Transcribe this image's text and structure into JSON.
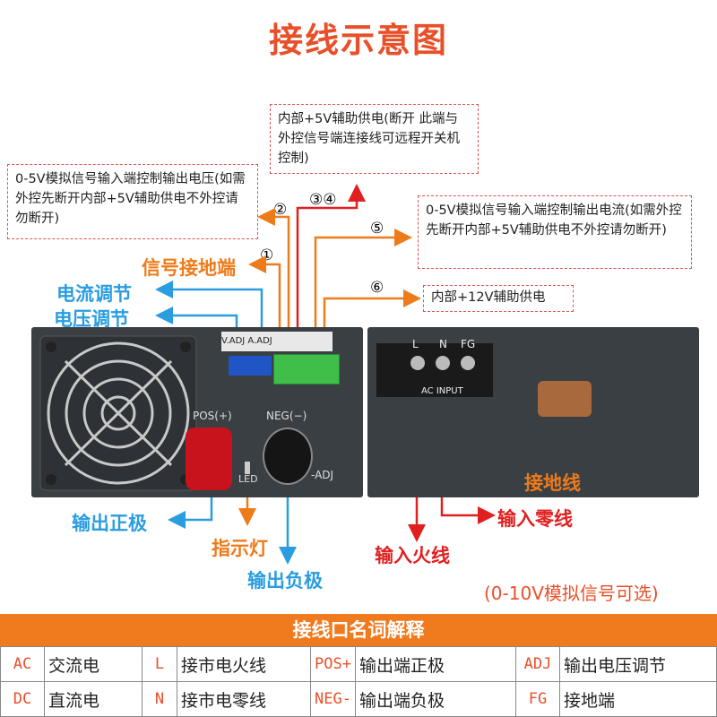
{
  "title": "接线示意图",
  "notes": {
    "aux5v": "内部+5V辅助供电(断开 此端与外控信号端连接线可远程开关机控制)",
    "voltage_ctrl": "0-5V模拟信号输入端控制输出电压(如需外控先断开内部+5V辅助供电不外控请勿断开)",
    "current_ctrl": "0-5V模拟信号输入端控制输出电流(如需外控先断开内部+5V辅助供电不外控请勿断开)",
    "aux12v": "内部+12V辅助供电"
  },
  "numbers": {
    "n1": "①",
    "n2": "②",
    "n34": "③④",
    "n5": "⑤",
    "n6": "⑥"
  },
  "labels": {
    "signal_ground": "信号接地端",
    "current_adjust": "电流调节",
    "voltage_adjust": "电压调节",
    "output_positive": "输出正极",
    "indicator": "指示灯",
    "output_negative": "输出负极",
    "ground_wire": "接地线",
    "neutral_wire": "输入零线",
    "live_wire": "输入火线"
  },
  "panel": {
    "pos": "POS(+)",
    "neg": "NEG(−)",
    "led": "LED",
    "adj": "-ADJ",
    "vadj": "V.ADJ",
    "aadj": "A.ADJ",
    "ac_l": "L",
    "ac_n": "N",
    "ac_fg": "FG",
    "ac_input": "AC INPUT"
  },
  "optional": "(0-10V模拟信号可选)",
  "table": {
    "header": "接线口名词解释",
    "rows": [
      [
        {
          "code": "AC",
          "desc": "交流电"
        },
        {
          "code": "L",
          "desc": "接市电火线"
        },
        {
          "code": "POS+",
          "desc": "输出端正极"
        },
        {
          "code": "ADJ",
          "desc": "输出电压调节"
        }
      ],
      [
        {
          "code": "DC",
          "desc": "直流电"
        },
        {
          "code": "N",
          "desc": "接市电零线"
        },
        {
          "code": "NEG-",
          "desc": "输出端负极"
        },
        {
          "code": "FG",
          "desc": "接地端"
        }
      ]
    ]
  },
  "colors": {
    "orange": "#ee7b1a",
    "blue": "#2a9de0",
    "red": "#e02020",
    "header": "#f07a1e"
  }
}
